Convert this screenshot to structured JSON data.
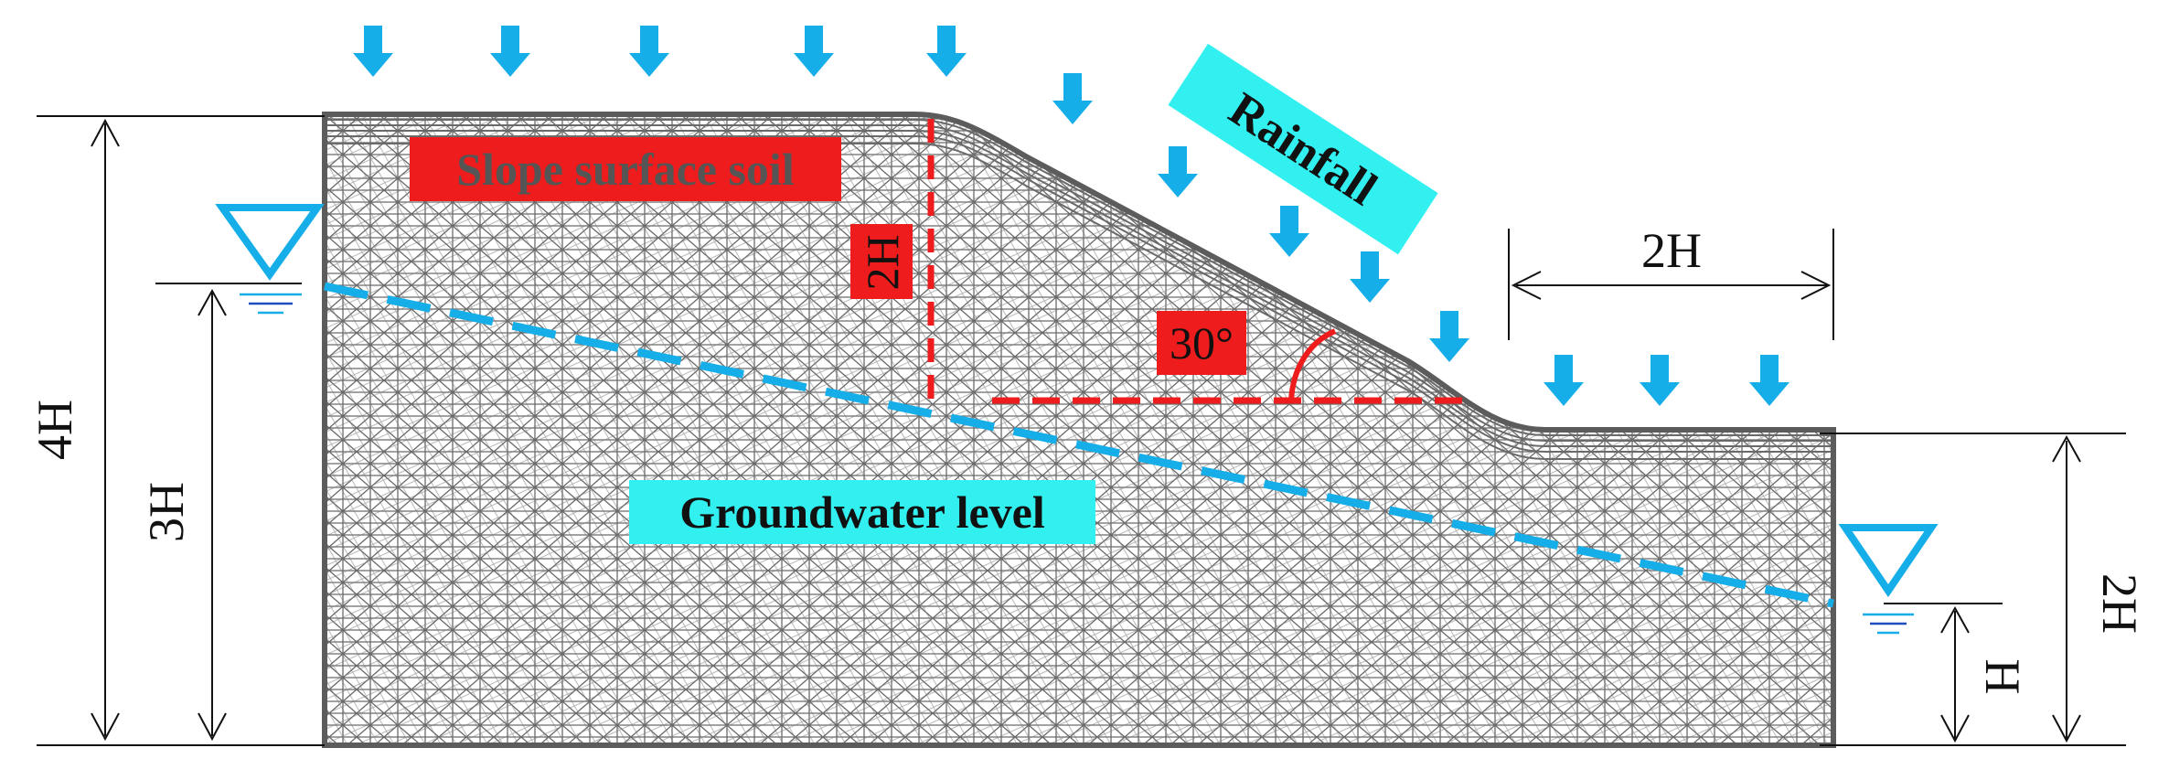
{
  "labels": {
    "slope_surface_soil": "Slope surface soil",
    "rainfall": "Rainfall",
    "groundwater_level": "Groundwater level",
    "angle": "30°"
  },
  "dimensions": {
    "total_height_left": "4H",
    "water_height_left": "3H",
    "slope_height": "2H",
    "crest_width_right": "2H",
    "right_height": "2H",
    "water_height_right": "H"
  },
  "icons": {
    "rain_arrow": "down-arrow-icon",
    "water_table": "water-table-icon"
  },
  "colors": {
    "rain_blue": "#16aee8",
    "label_red": "#ee1c1c",
    "label_cyan": "#33f0f0",
    "mesh_gray": "#5c5c5c",
    "text_gray": "#555555"
  }
}
